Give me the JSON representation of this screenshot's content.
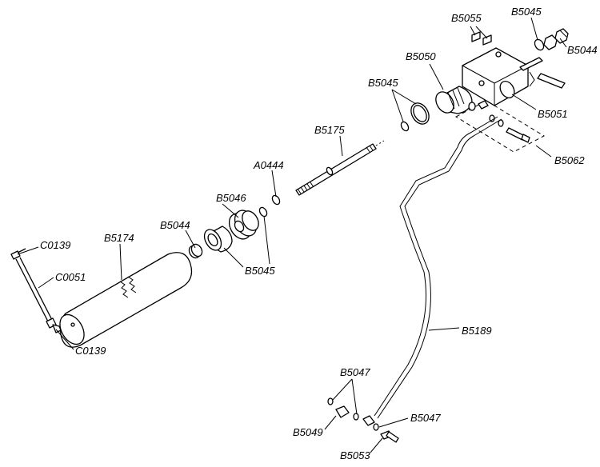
{
  "labels": {
    "c0139_top": "C0139",
    "c0051": "C0051",
    "c0139_bottom": "C0139",
    "b5174": "B5174",
    "b5044_mid": "B5044",
    "b5045_mid": "B5045",
    "b5046": "B5046",
    "a0444": "A0444",
    "b5175": "B5175",
    "b5045_upper": "B5045",
    "b5050": "B5050",
    "b5055": "B5055",
    "b5045_top": "B5045",
    "b5044_top": "B5044",
    "b5051": "B5051",
    "b5062": "B5062",
    "b5189": "B5189",
    "b5047_top": "B5047",
    "b5049": "B5049",
    "b5047_right": "B5047",
    "b5053": "B5053"
  }
}
